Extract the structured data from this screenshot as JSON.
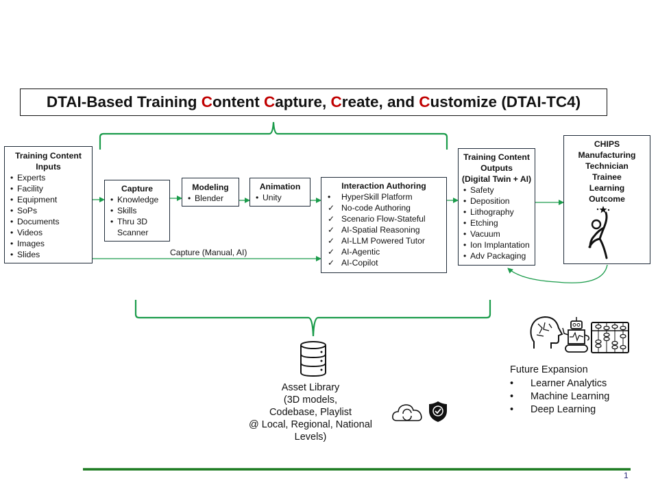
{
  "title": {
    "parts": [
      {
        "text": "DTAI-Based Training ",
        "highlight": false
      },
      {
        "text": "C",
        "highlight": true
      },
      {
        "text": "ontent ",
        "highlight": false
      },
      {
        "text": "C",
        "highlight": true
      },
      {
        "text": "apture, ",
        "highlight": false
      },
      {
        "text": "C",
        "highlight": true
      },
      {
        "text": "reate, and ",
        "highlight": false
      },
      {
        "text": "C",
        "highlight": true
      },
      {
        "text": "ustomize (DTAI-TC4)",
        "highlight": false
      }
    ]
  },
  "colors": {
    "accent_green": "#1a9b4a",
    "highlight_red": "#c00000",
    "footer_green": "#1a7a1f"
  },
  "boxes": {
    "inputs": {
      "title_line1": "Training Content",
      "title_line2": "Inputs",
      "items": [
        "Experts",
        "Facility",
        "Equipment",
        "SoPs",
        "Documents",
        "Videos",
        "Images",
        "Slides"
      ]
    },
    "capture": {
      "title": "Capture",
      "items": [
        "Knowledge",
        "Skills",
        "Thru  3D"
      ],
      "continuation": "Scanner"
    },
    "modeling": {
      "title": "Modeling",
      "items": [
        "Blender"
      ]
    },
    "animation": {
      "title": "Animation",
      "items": [
        "Unity"
      ]
    },
    "interaction": {
      "title": "Interaction Authoring",
      "items": [
        {
          "marker": "bullet",
          "text": "HyperSkill Platform"
        },
        {
          "marker": "check",
          "text": "No-code Authoring"
        },
        {
          "marker": "check",
          "text": "Scenario Flow-Stateful"
        },
        {
          "marker": "check",
          "text": "AI-Spatial Reasoning"
        },
        {
          "marker": "check",
          "text": "AI-LLM Powered Tutor"
        },
        {
          "marker": "check",
          "text": "AI-Agentic"
        },
        {
          "marker": "check",
          "text": "AI-Copilot"
        }
      ]
    },
    "outputs": {
      "title_line1": "Training Content",
      "title_line2": "Outputs",
      "title_line3": "(Digital Twin + AI)",
      "items": [
        "Safety",
        "Deposition",
        "Lithography",
        "Etching",
        "Vacuum",
        "Ion Implantation",
        "Adv Packaging"
      ]
    },
    "outcome": {
      "lines": [
        "CHIPS",
        "Manufacturing",
        "Technician",
        "Trainee",
        "Learning",
        "Outcome"
      ],
      "icon": "celebrating-person-icon"
    }
  },
  "capture_arrow_label": "Capture (Manual, AI)",
  "asset_library": {
    "icon": "database-icon",
    "lines": [
      "Asset Library",
      "(3D models,",
      "Codebase, Playlist",
      "@ Local, Regional, National",
      "Levels)"
    ],
    "side_icons": [
      "cloud-sync-icon",
      "shield-check-icon"
    ]
  },
  "future": {
    "icons": [
      "ai-head-icon",
      "robot-icon",
      "abacus-icon"
    ],
    "heading": "Future Expansion",
    "items": [
      "Learner Analytics",
      "Machine Learning",
      "Deep Learning"
    ]
  },
  "page_number": "1"
}
